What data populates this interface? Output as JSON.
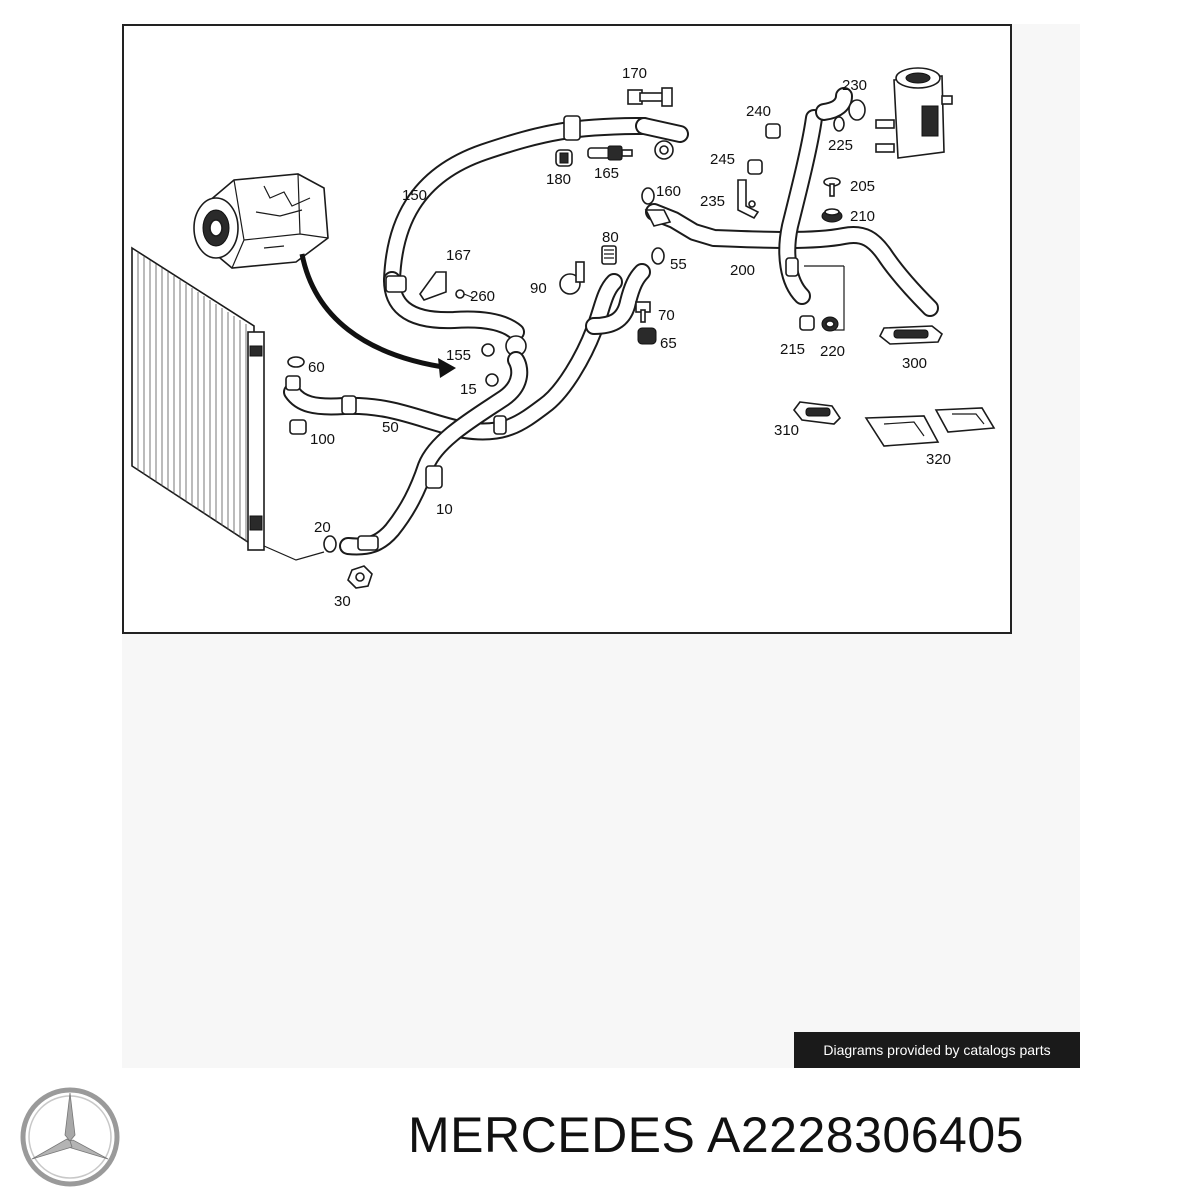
{
  "diagram": {
    "callouts": [
      "170",
      "230",
      "240",
      "225",
      "245",
      "180",
      "165",
      "150",
      "160",
      "205",
      "235",
      "210",
      "167",
      "80",
      "55",
      "200",
      "260",
      "90",
      "70",
      "155",
      "65",
      "215",
      "220",
      "300",
      "60",
      "15",
      "100",
      "50",
      "310",
      "320",
      "10",
      "20",
      "30"
    ],
    "colors": {
      "line": "#1b1b1b",
      "background": "#ffffff",
      "panel": "#f7f7f7"
    }
  },
  "footer": {
    "credit": "Diagrams provided by catalogs parts",
    "brand": "MERCEDES",
    "part_number": "A2228306405",
    "logo_icon": "mercedes-star-icon"
  }
}
